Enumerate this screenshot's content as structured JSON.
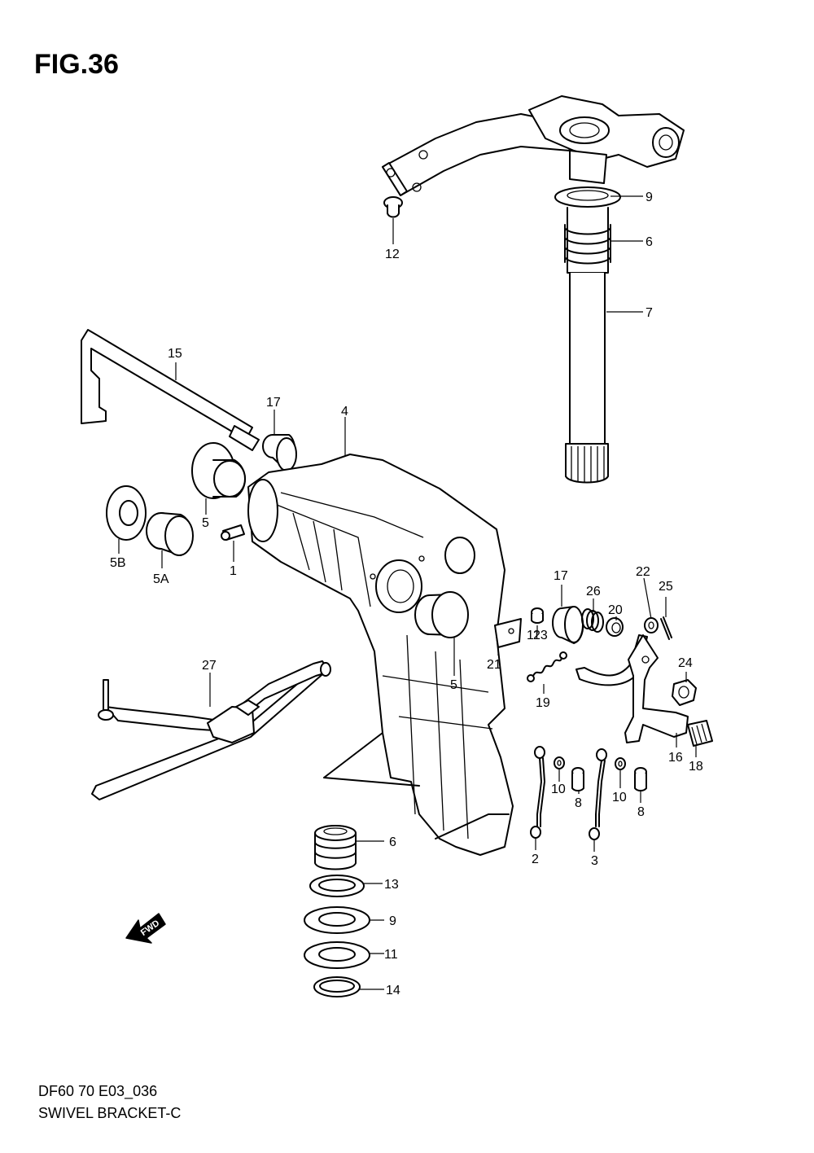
{
  "figure": {
    "title": "FIG.36",
    "footer_code": "DF60 70 E03_036",
    "footer_name": "SWIVEL BRACKET-C",
    "fwd_label": "FWD",
    "fwd_icon": "forward-direction-arrow-icon"
  },
  "callouts": {
    "c9a": "9",
    "c6a": "6",
    "c7": "7",
    "c12": "12",
    "c15": "15",
    "c17a": "17",
    "c4": "4",
    "c5a": "5",
    "c5b": "5B",
    "c5c": "5A",
    "c1": "1",
    "c17b": "17",
    "c26": "26",
    "c22": "22",
    "c25": "25",
    "c20": "20",
    "c11": "11",
    "c23": "23",
    "c21": "21",
    "c5d": "5",
    "c27": "27",
    "c19": "19",
    "c24": "24",
    "c16": "16",
    "c18": "18",
    "c10a": "10",
    "c8a": "8",
    "c10b": "10",
    "c8b": "8",
    "c2": "2",
    "c3": "3",
    "c6b": "6",
    "c13": "13",
    "c9b": "9",
    "c11b": "11",
    "c14": "14"
  }
}
